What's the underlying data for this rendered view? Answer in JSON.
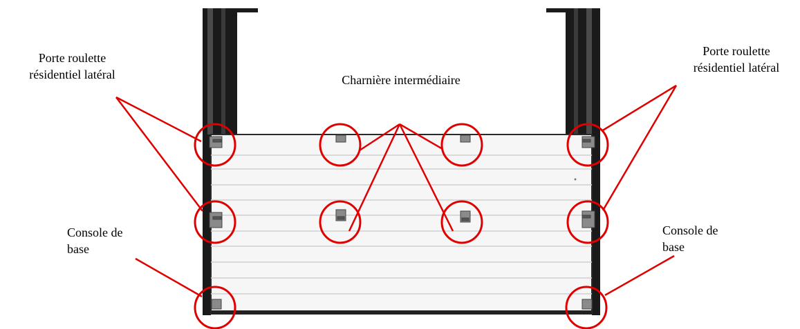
{
  "labels": {
    "top_left": {
      "line1": "Porte roulette",
      "line2": "résidentiel latéral"
    },
    "top_right": {
      "line1": "Porte roulette",
      "line2": "résidentiel latéral"
    },
    "center": "Charnière intermédiaire",
    "bottom_left": {
      "line1": "Console de",
      "line2": "base"
    },
    "bottom_right": {
      "line1": "Console de",
      "line2": "base"
    }
  },
  "colors": {
    "annotation": "#e00000",
    "panel": "#f6f6f6",
    "panel_groove": "#cfcfcf",
    "frame": "#1a1a1a",
    "hardware": "#8a8a8a"
  },
  "hardware": {
    "roller_carrier_count": 4,
    "intermediate_hinge_count": 4,
    "base_bracket_count": 2
  }
}
